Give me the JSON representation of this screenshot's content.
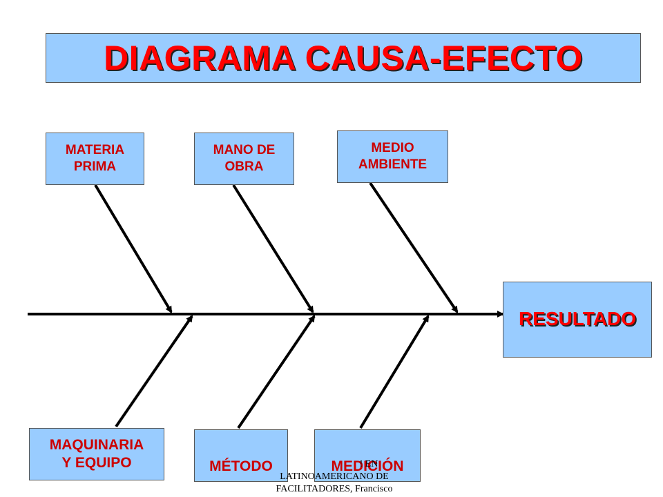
{
  "title": "DIAGRAMA CAUSA-EFECTO",
  "causes_top": [
    {
      "line1": "MATERIA",
      "line2": "PRIMA"
    },
    {
      "line1": "MANO DE",
      "line2": "OBRA"
    },
    {
      "line1": "MEDIO",
      "line2": "AMBIENTE"
    }
  ],
  "causes_bottom": [
    {
      "line1": "MAQUINARIA",
      "line2": "Y EQUIPO"
    },
    {
      "line1": "",
      "line2": "MÉTODO"
    },
    {
      "line1": "",
      "line2": "MEDICIÓN"
    }
  ],
  "effect": "RESULTADO",
  "footer": {
    "line1": "! EN",
    "line2": "LATINOAMERICANO DE",
    "line3": "FACILITADORES, Francisco"
  },
  "colors": {
    "box_fill": "#99ccff",
    "title_text": "#ff0000",
    "cause_text": "#cc0000",
    "arrows": "#000000"
  }
}
